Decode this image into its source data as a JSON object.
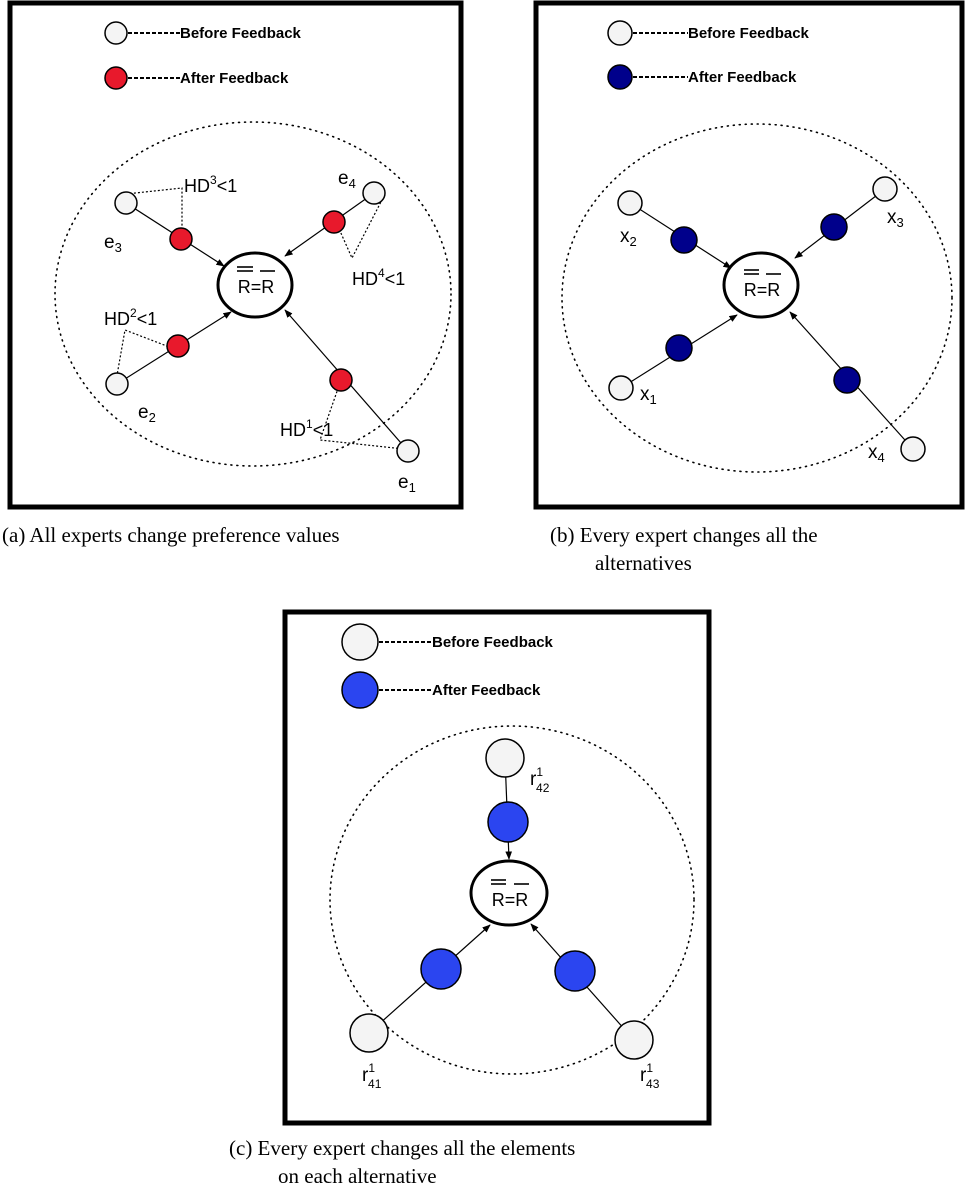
{
  "colors": {
    "before": "#f4f4f4",
    "after_a": "#e8192c",
    "after_b": "#00008b",
    "after_c": "#2b45f0"
  },
  "panel_a": {
    "legend_before": "Before  Feedback",
    "legend_after": "After  Feedback",
    "center_label": "R=R",
    "nodes": {
      "e1": "e",
      "e1_sub": "1",
      "e2": "e",
      "e2_sub": "2",
      "e3": "e",
      "e3_sub": "3",
      "e4": "e",
      "e4_sub": "4"
    },
    "hd": {
      "hd1_base": "HD",
      "hd1_sup": "1",
      "hd1_rest": "<1",
      "hd2_base": "HD",
      "hd2_sup": "2",
      "hd2_rest": "<1",
      "hd3_base": "HD",
      "hd3_sup": "3",
      "hd3_rest": "<1",
      "hd4_base": "HD",
      "hd4_sup": "4",
      "hd4_rest": "<1"
    },
    "caption": "(a)  All experts change preference values"
  },
  "panel_b": {
    "legend_before": "Before  Feedback",
    "legend_after": "After  Feedback",
    "center_label": "R=R",
    "nodes": {
      "x1": "x",
      "x1_sub": "1",
      "x2": "x",
      "x2_sub": "2",
      "x3": "x",
      "x3_sub": "3",
      "x4": "x",
      "x4_sub": "4"
    },
    "caption_line1": "(b)  Every  expert  changes  all  the",
    "caption_line2": "alternatives"
  },
  "panel_c": {
    "legend_before": "Before  Feedback",
    "legend_after": "After  Feedback",
    "center_label": "R=R",
    "nodes": {
      "r42": "r",
      "r42_sup": "1",
      "r42_sub": "42",
      "r41": "r",
      "r41_sup": "1",
      "r41_sub": "41",
      "r43": "r",
      "r43_sup": "1",
      "r43_sub": "43"
    },
    "caption_line1": "(c)  Every expert changes all the elements",
    "caption_line2": "on each alternative"
  }
}
